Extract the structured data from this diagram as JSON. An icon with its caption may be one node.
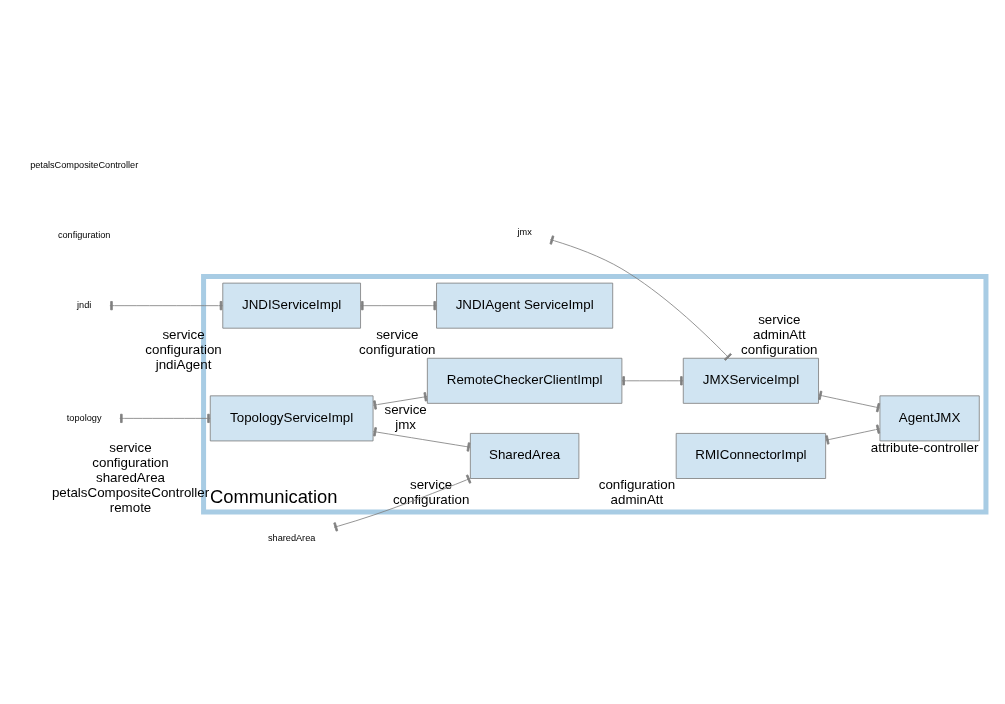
{
  "diagram": {
    "nodes": [
      {
        "text": [
          "Communication"
        ]
      },
      {
        "text": [
          "JNDIServiceImpl"
        ],
        "in": 0,
        "beside": [
          "service",
          "configuration",
          "jndiAgent"
        ]
      },
      {
        "text": [
          "JNDIAgent ServiceImpl"
        ],
        "in": 0,
        "beside": [
          "service",
          "configuration"
        ]
      },
      {
        "text": [
          "TopologyServiceImpl"
        ],
        "in": 0,
        "beside": [
          "service",
          "configuration",
          "sharedArea",
          "petalsCompositeController",
          "remote"
        ]
      },
      {
        "text": [
          "SharedArea"
        ],
        "in": 0,
        "beside": [
          "service",
          "configuration"
        ]
      },
      {
        "text": [
          "RemoteCheckerClientImpl"
        ],
        "in": 0,
        "beside": [
          "service",
          "jmx"
        ]
      },
      {
        "text": [
          "JMXServiceImpl"
        ],
        "in": 0,
        "beside": [
          "service",
          "adminAtt",
          "configuration"
        ]
      },
      {
        "text": [
          "RMIConnectorImpl"
        ],
        "in": 0,
        "beside": [
          "configuration",
          "adminAtt"
        ]
      },
      {
        "text": [
          "AgentJMX"
        ],
        "in": 0,
        "beside": [
          "attribute-controller"
        ]
      },
      {
        "text": [
          "jndi"
        ]
      },
      {
        "text": [
          "sharedArea"
        ]
      },
      {
        "text": [
          "topology"
        ]
      },
      {
        "text": [
          "jmx"
        ]
      }
    ],
    "edges": [
      {
        "from": 9,
        "to": 1,
        "arrow": "other"
      },
      {
        "from": 1,
        "to": 2,
        "arrow": "other"
      },
      {
        "from": 10,
        "to": 4,
        "arrow": "other"
      },
      {
        "from": 3,
        "to": 4,
        "arrow": "other"
      },
      {
        "from": 11,
        "to": 3,
        "arrow": "other"
      },
      {
        "from": 3,
        "to": 5,
        "arrow": "other"
      },
      {
        "from": 12,
        "to": 6,
        "arrow": "other"
      },
      {
        "from": 5,
        "to": 6,
        "arrow": "other"
      },
      {
        "from": 6,
        "to": 8,
        "arrow": "other"
      },
      {
        "from": 7,
        "to": 8,
        "arrow": "other"
      }
    ],
    "labels": [
      "configuration",
      "petalsCompositeController"
    ]
  }
}
